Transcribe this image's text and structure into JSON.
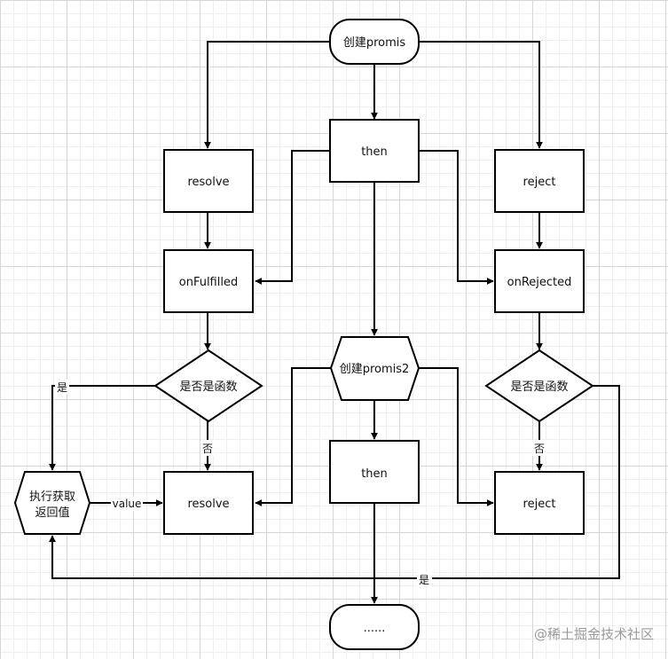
{
  "nodes": {
    "start": "创建promis",
    "then_top": "then",
    "resolve_left": "resolve",
    "reject_right": "reject",
    "on_fulfilled": "onFulfilled",
    "on_rejected": "onRejected",
    "is_function_left": "是否是函数",
    "create_promise2": "创建promis2",
    "is_function_right": "是否是函数",
    "exec_get_return_line1": "执行获取",
    "exec_get_return_line2": "返回值",
    "resolve_bottom": "resolve",
    "then_bottom": "then",
    "reject_bottom": "reject",
    "end": "......"
  },
  "edge_labels": {
    "yes_left": "是",
    "no_left": "否",
    "value": "value",
    "no_right": "否",
    "yes_bottom": "是"
  },
  "watermark": "@稀土掘金技术社区",
  "colors": {
    "stroke": "#000000",
    "fill": "#ffffff",
    "grid": "#d6d6d6"
  }
}
